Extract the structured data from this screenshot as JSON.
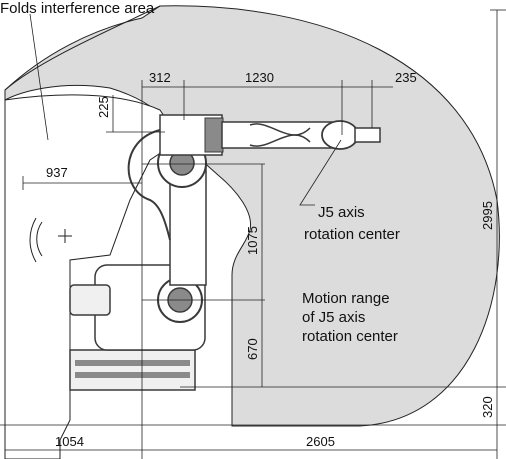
{
  "header": {
    "area_label": "Folds interference area"
  },
  "annotations": {
    "j5_label_line1": "J5 axis",
    "j5_label_line2": "rotation center",
    "range_line1": "Motion range",
    "range_line2": "of J5 axis",
    "range_line3": "rotation center"
  },
  "dimensions": {
    "d312": "312",
    "d1230": "1230",
    "d235": "235",
    "d225": "225",
    "d937": "937",
    "d1075": "1075",
    "d670": "670",
    "d2995": "2995",
    "d320": "320",
    "d1054": "1054",
    "d2605": "2605"
  },
  "colors": {
    "range_fill": "#dcdcdc",
    "robot_dark": "#3a3a3a",
    "robot_mid": "#8a8a8a",
    "robot_light": "#f0f0f0",
    "line": "#222222"
  }
}
